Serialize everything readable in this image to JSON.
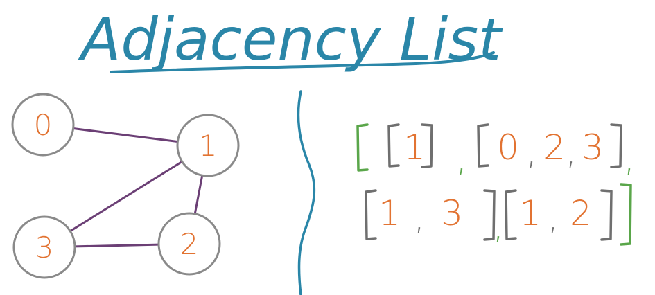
{
  "title": "Adjacency List",
  "colors": {
    "title": "#2a86a8",
    "divider": "#2a86a8",
    "edge": "#6b3f75",
    "node_stroke": "#8a8a8a",
    "node_label": "#e27332",
    "outer_bracket": "#5aa64a",
    "inner_bracket": "#6f6f6f",
    "numbers": "#e27332",
    "commas": "#6f6f6f",
    "outer_commas": "#5aa64a"
  },
  "graph": {
    "nodes": [
      {
        "id": "0",
        "label": "0"
      },
      {
        "id": "1",
        "label": "1"
      },
      {
        "id": "2",
        "label": "2"
      },
      {
        "id": "3",
        "label": "3"
      }
    ],
    "edges": [
      {
        "from": "0",
        "to": "1"
      },
      {
        "from": "1",
        "to": "3"
      },
      {
        "from": "1",
        "to": "2"
      },
      {
        "from": "3",
        "to": "2"
      }
    ]
  },
  "adjacency_list": [
    [
      "1"
    ],
    [
      "0",
      "2",
      "3"
    ],
    [
      "1",
      "3"
    ],
    [
      "1",
      "2"
    ]
  ]
}
